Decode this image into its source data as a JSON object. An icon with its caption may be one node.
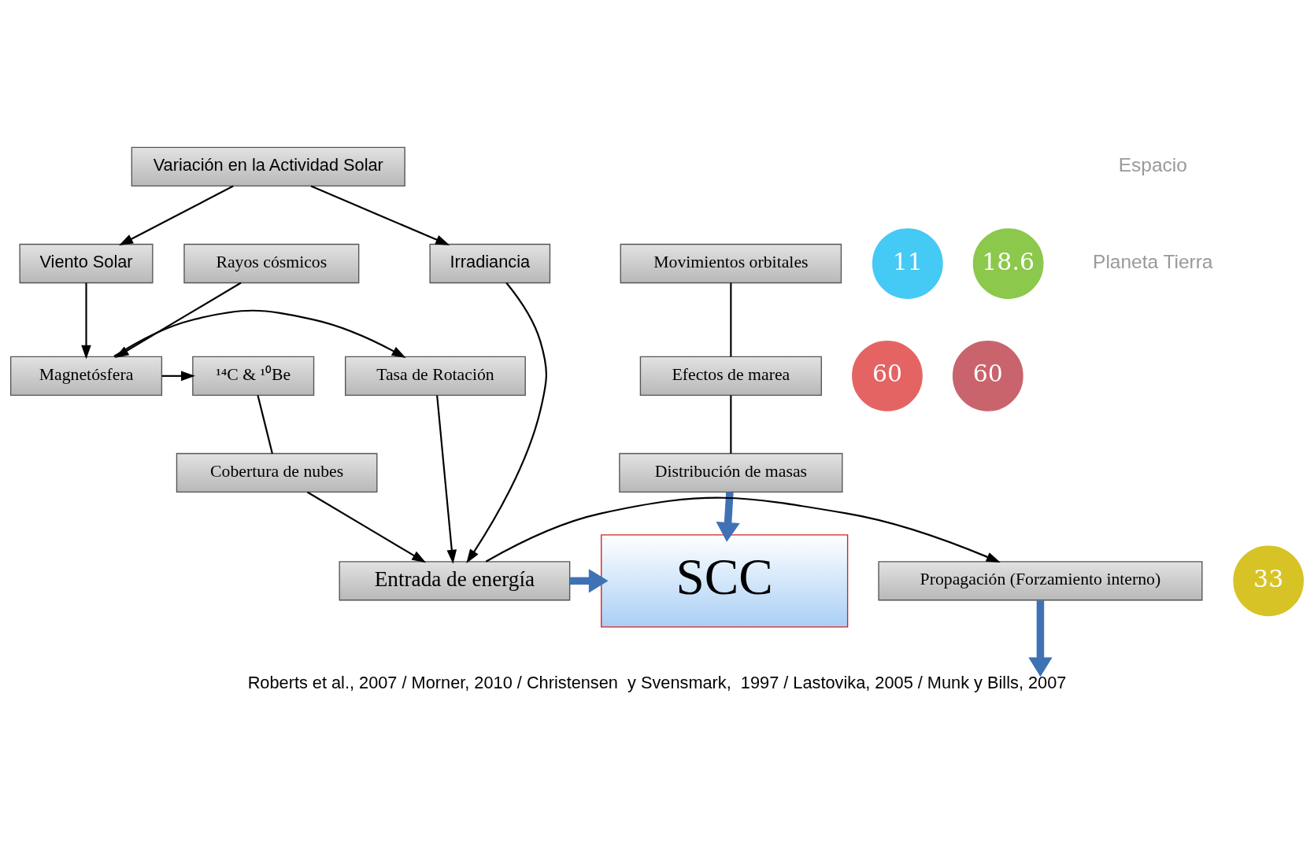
{
  "diagram": {
    "caption": "Roberts et al., 2007 / Morner, 2010 / Christensen  y Svensmark,  1997 / Lastovika, 2005 / Munk y Bills, 2007",
    "nodes": [
      {
        "text": [
          "Variación en la Actividad Solar"
        ]
      },
      {
        "text": [
          "Rayos cósmicos"
        ]
      },
      {
        "text": [
          "Viento Solar"
        ]
      },
      {
        "text": [
          "Irradiancia"
        ]
      },
      {
        "text": [
          "11"
        ]
      },
      {
        "text": [
          "Movimientos orbitales"
        ]
      },
      {
        "text": [
          "18.6"
        ]
      },
      {
        "text": [
          "Magnetósfera"
        ]
      },
      {
        "text": [
          "Tasa de Rotación"
        ]
      },
      {
        "text": [
          "60"
        ]
      },
      {
        "text": [
          "¹⁴C & ¹⁰Be"
        ]
      },
      {
        "text": [
          "60"
        ]
      },
      {
        "text": [
          "Efectos de marea"
        ]
      },
      {
        "text": [
          "Cobertura de nubes"
        ]
      },
      {
        "text": [
          "Distribución de masas"
        ]
      },
      {
        "text": [
          "33"
        ]
      },
      {
        "text": [
          "Propagación (Forzamiento interno)"
        ]
      },
      {
        "text": [
          "Entrada de energía"
        ]
      },
      {
        "text": [
          "SCC"
        ]
      }
    ],
    "edges": [
      {
        "from": 0,
        "to": 2,
        "arrow": "to"
      },
      {
        "from": 0,
        "to": 3,
        "arrow": "to"
      },
      {
        "from": 1,
        "to": 7,
        "arrow": "to"
      },
      {
        "from": 2,
        "to": 7,
        "arrow": "to"
      },
      {
        "from": 7,
        "to": 8,
        "arrow": "to"
      },
      {
        "from": 7,
        "to": 10,
        "arrow": "to"
      },
      {
        "from": 5,
        "to": 12,
        "arrow": "none"
      },
      {
        "from": 10,
        "to": 13,
        "arrow": "none"
      },
      {
        "from": 12,
        "to": 14,
        "arrow": "none"
      },
      {
        "from": 3,
        "to": 17,
        "arrow": "to"
      },
      {
        "from": 13,
        "to": 17,
        "arrow": "to"
      },
      {
        "from": 8,
        "to": 17,
        "arrow": "to"
      },
      {
        "from": 17,
        "to": 16,
        "arrow": "to"
      },
      {
        "from": 14,
        "to": 18,
        "arrow": "to",
        "style": "thick",
        "color": "#3f72b5"
      },
      {
        "from": 16,
        "to": null,
        "arrow": "to",
        "style": "thick",
        "color": "#3f72b5"
      },
      {
        "from": 17,
        "to": 18,
        "arrow": "to",
        "style": "thick",
        "color": "#3f72b5"
      }
    ],
    "labels": [
      "Espacio",
      "Planeta Tierra"
    ]
  }
}
